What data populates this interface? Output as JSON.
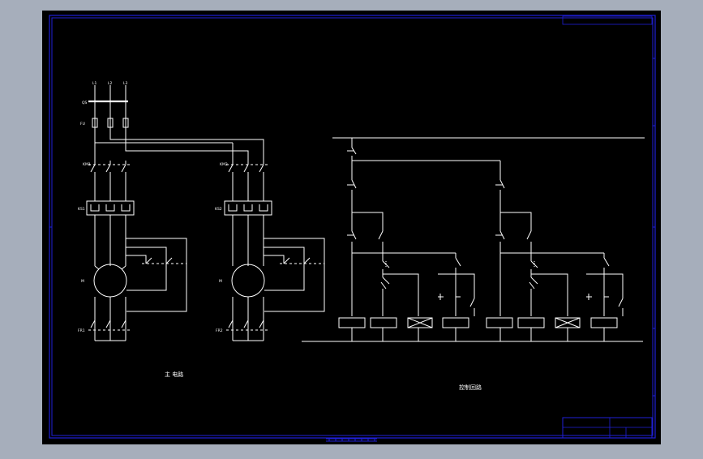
{
  "colors": {
    "viewport_bg": "#a6aebb",
    "paper": "#000000",
    "border": "#1f1fd6",
    "line": "#ffffff",
    "text": "#ffffff"
  },
  "title_block": {
    "top_tag": "",
    "row1": "",
    "row2": "",
    "name": "",
    "code": ""
  },
  "labels": {
    "main_circuit": "主 电路",
    "control_circuit": "控制回路"
  },
  "main_circuit": {
    "phase_L1": "L1",
    "phase_L2": "L2",
    "phase_L3": "L3",
    "qs": "QS",
    "fu": "FU",
    "km1": "KM1",
    "km2": "KM2",
    "ks1": "KS1",
    "ks2": "KS2",
    "motor1": "M",
    "motor2": "M",
    "fr1": "FR1",
    "fr2": "FR2"
  }
}
